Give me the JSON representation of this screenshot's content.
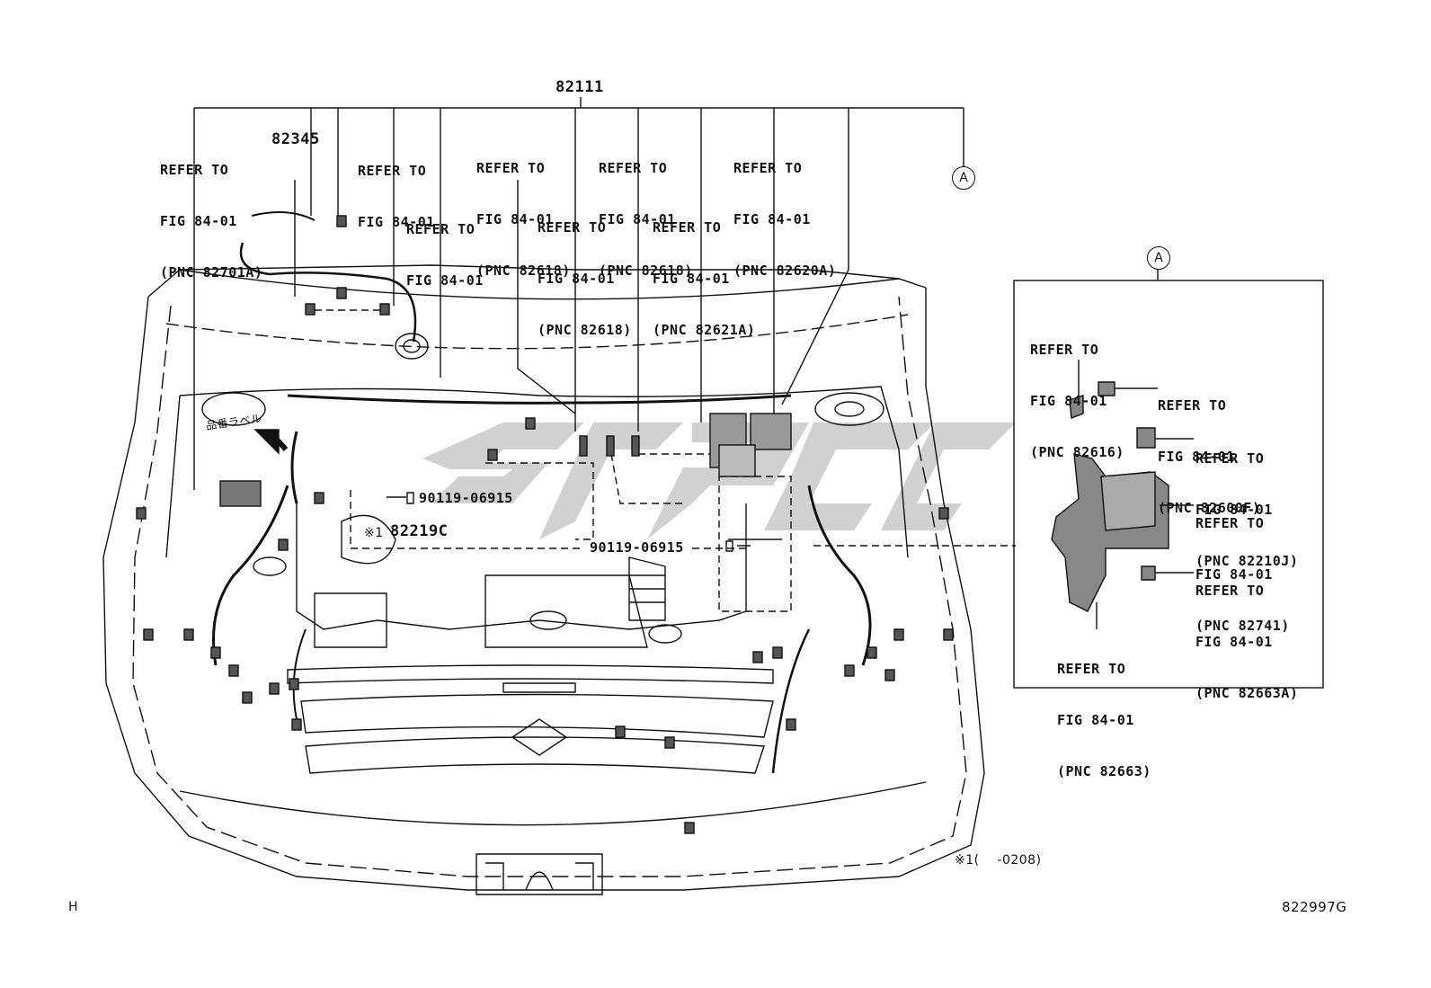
{
  "main_part_number": "82111",
  "callout_labels": {
    "refer_82701A": [
      "REFER TO",
      "FIG 84-01",
      "(PNC 82701A)"
    ],
    "part_82345": "82345",
    "refer_fig_a": [
      "REFER TO",
      "FIG 84-01"
    ],
    "refer_fig_b": [
      "REFER TO",
      "FIG 84-01"
    ],
    "refer_82618_a": [
      "REFER TO",
      "FIG 84-01",
      "(PNC 82618)"
    ],
    "refer_82618_b": [
      "REFER TO",
      "FIG 84-01",
      "(PNC 82618)"
    ],
    "refer_82618_c": [
      "REFER TO",
      "FIG 84-01",
      "(PNC 82618)"
    ],
    "refer_82621A": [
      "REFER TO",
      "FIG 84-01",
      "(PNC 82621A)"
    ],
    "refer_82620A": [
      "REFER TO",
      "FIG 84-01",
      "(PNC 82620A)"
    ],
    "bolt_a": "90119-06915",
    "bolt_b": "90119-06915",
    "part_82219C": "82219C",
    "note_mark": "※1",
    "jp_label": "品番ラベル"
  },
  "marker": "A",
  "detail_box": {
    "marker": "A",
    "labels": {
      "refer_82616": [
        "REFER TO",
        "FIG 84-01",
        "(PNC 82616)"
      ],
      "refer_82600F": [
        "REFER TO",
        "FIG 84-01",
        "(PNC 82600F)"
      ],
      "refer_82210J": [
        "REFER TO",
        "FIG 84-01",
        "(PNC 82210J)"
      ],
      "refer_82741": [
        "REFER TO",
        "FIG 84-01",
        "(PNC 82741)"
      ],
      "refer_82663A": [
        "REFER TO",
        "FIG 84-01",
        "(PNC 82663A)"
      ],
      "refer_82663": [
        "REFER TO",
        "FIG 84-01",
        "(PNC 82663)"
      ]
    }
  },
  "footnote": "※1(    -0208)",
  "corner_left": "H",
  "diagram_id": "822997G",
  "colors": {
    "line": "#111111",
    "watermark": "#c8c8c8",
    "fill_gray": "#8a8a8a"
  }
}
